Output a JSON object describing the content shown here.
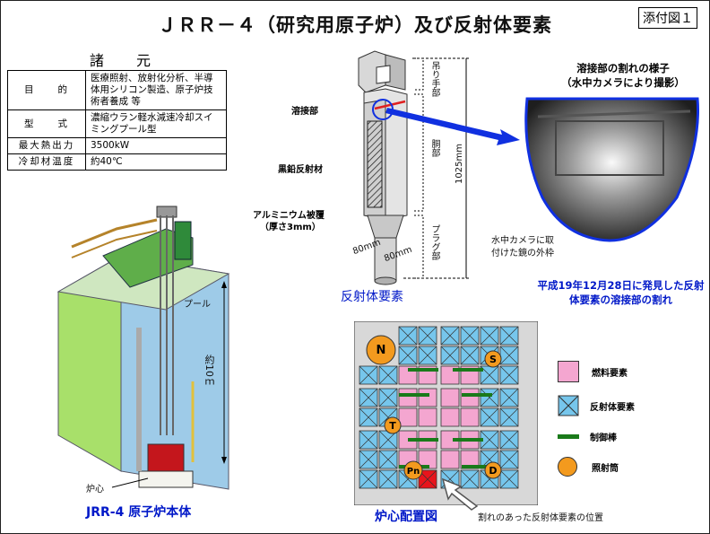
{
  "title": "ＪＲＲ－４（研究用原子炉）及び反射体要素",
  "attachment_label": "添付図１",
  "specs": {
    "heading": "諸　元",
    "rows": [
      {
        "key": "目　　的",
        "value": "医療照射、放射化分析、半導体用シリコン製造、原子炉技術者養成 等"
      },
      {
        "key": "型　　式",
        "value": "濃縮ウラン軽水減速冷却スイミングプール型"
      },
      {
        "key": "最大熱出力",
        "value": "3500kW"
      },
      {
        "key": "冷却材温度",
        "value": "約40℃"
      }
    ]
  },
  "reactor": {
    "caption": "JRR-4 原子炉本体",
    "pool_label": "プール",
    "height_label": "約10ｍ",
    "core_label": "炉心"
  },
  "element": {
    "caption": "反射体要素",
    "weld_label": "溶接部",
    "graphite_label": "黒鉛反射材",
    "aluminum_label": "アルミニウム被覆",
    "aluminum_sub": "（厚さ3mm）",
    "hang_label": "吊り手部",
    "body_label": "胴部",
    "plug_label": "プラグ部",
    "length_label": "1025mm",
    "width_label_1": "80mm",
    "width_label_2": "80mm"
  },
  "camera": {
    "title_line1": "溶接部の割れの様子",
    "title_line2": "（水中カメラにより撮影）",
    "mount_label": "水中カメラに取付けた鏡の外枠",
    "finding": "平成19年12月28日に発見した反射体要素の溶接部の割れ"
  },
  "core_map": {
    "caption": "炉心配置図",
    "crack_note": "割れのあった反射体要素の位置",
    "legend": [
      {
        "label": "燃料要素",
        "color": "#f4a6d0"
      },
      {
        "label": "反射体要素",
        "color": "#76c6ec"
      },
      {
        "label": "制御棒",
        "color": "#1a7a1a"
      },
      {
        "label": "照射筒",
        "color": "#f39a1e"
      }
    ],
    "irradiation_labels": [
      "N",
      "S",
      "T",
      "Pn",
      "D"
    ]
  }
}
